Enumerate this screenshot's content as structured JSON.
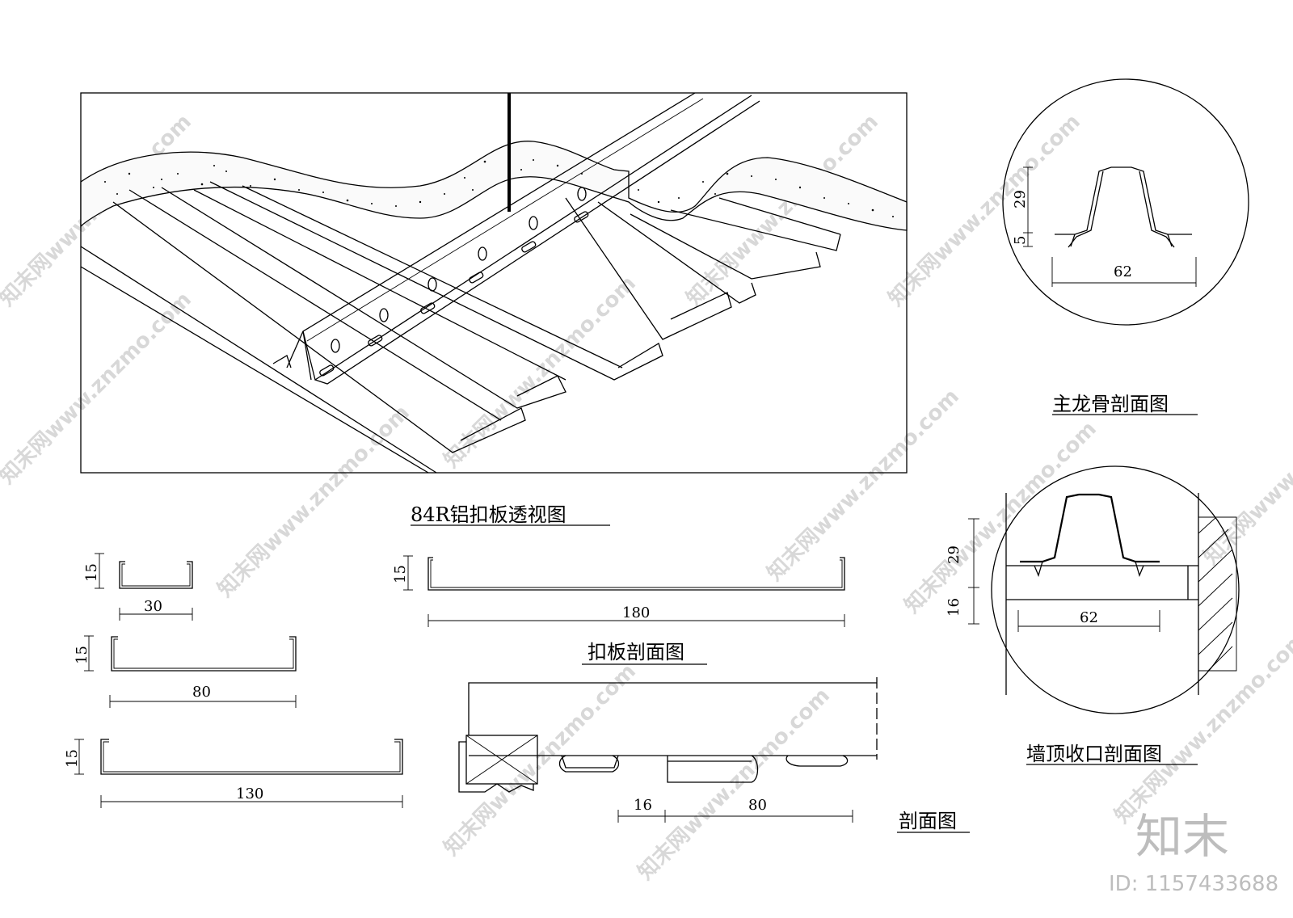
{
  "titles": {
    "perspective": "84R铝扣板透视图",
    "main_keel": "主龙骨剖面图",
    "wall_edge": "墙顶收口剖面图",
    "panel_section": "扣板剖面图",
    "section": "剖面图"
  },
  "dims": {
    "keel_h1": "29",
    "keel_h2": "5",
    "keel_w": "62",
    "wall_h1": "29",
    "wall_h2": "16",
    "wall_w": "62",
    "p30_h": "15",
    "p30_w": "30",
    "p80_h": "15",
    "p80_w": "80",
    "p130_h": "15",
    "p130_w": "130",
    "p180_h": "15",
    "p180_w": "180",
    "sec_gap": "16",
    "sec_w": "80"
  },
  "watermark": {
    "text": "知末网www.znzmo.com",
    "brand": "知末",
    "id": "ID: 1157433688"
  }
}
